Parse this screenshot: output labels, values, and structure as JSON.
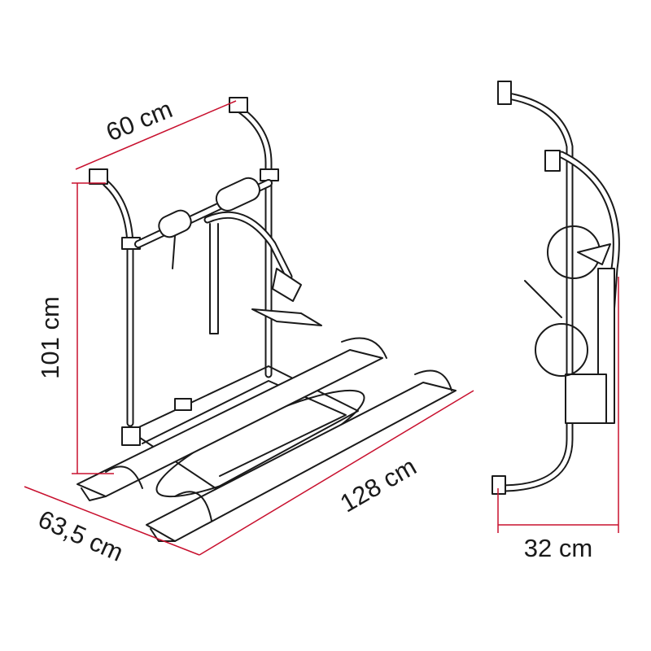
{
  "colors": {
    "dimension_line": "#c8102e",
    "drawing": "#1a1a1a",
    "background": "#ffffff"
  },
  "dimensions": {
    "width_top": "60 cm",
    "height": "101 cm",
    "depth": "63,5 cm",
    "length": "128 cm",
    "folded_depth": "32 cm"
  }
}
